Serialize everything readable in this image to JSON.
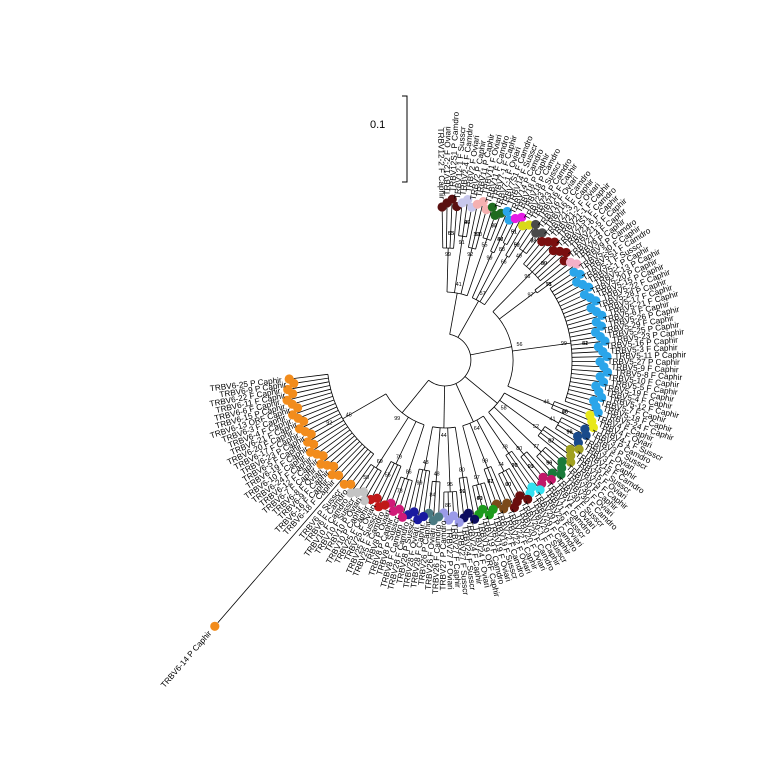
{
  "scale_bar": {
    "label": "0.1"
  },
  "colors": {
    "TRBV12": "#5a1010",
    "TRBV2": "#c8c8ec",
    "TRBV11": "#f5b1b1",
    "TRBV7": "#1f6b1f",
    "TRBV14": "#2aa5ea",
    "TRBV18": "#e51ce5",
    "TRBV23": "#d9d91a",
    "TRBV16": "#4a4a4a",
    "TRBV21": "#7a0f0f",
    "TRBV9": "#f5b0c8",
    "TRBV5": "#2aa5ea",
    "TRBV6": "#f28c1c",
    "TRBV10": "#c4c4c4",
    "TRBV25": "#c01818",
    "TRBV8": "#d01a78",
    "TRBV28": "#1a1aa0",
    "TRBV26": "#4a7a82",
    "TRBV27": "#9b9be8",
    "TRBV24": "#0c0c5e",
    "TRBV19": "#1c9a1c",
    "TRBV22": "#7b4a1a",
    "TRBV20": "#6a0e0e",
    "TRBV29": "#33e0f0",
    "TRBV1": "#c01868",
    "TRBV30": "#1a7a3a",
    "TRBV15": "#a0a020",
    "TRBV3": "#1a4a8a",
    "TRBV4": "#e8e81a"
  },
  "tips": [
    {
      "label": "TRBV12-2 F Caphir",
      "group": "TRBV12",
      "dot": true
    },
    {
      "label": "TRBV12-2 F Oviari",
      "group": "TRBV12",
      "dot": true
    },
    {
      "label": "TRBV12S1 P Camdro",
      "group": "TRBV12",
      "dot": true
    },
    {
      "label": "TRBV12-1 F Susscr",
      "group": "TRBV12",
      "dot": true
    },
    {
      "label": "TRBV2-4 F Camdro",
      "group": "TRBV2",
      "dot": true
    },
    {
      "label": "TRBV2 F Oviari",
      "group": "TRBV2",
      "dot": true
    },
    {
      "label": "TRBV2 P Caphir",
      "group": "TRBV2",
      "dot": true
    },
    {
      "label": "TRBV11 P Caphir",
      "group": "TRBV11",
      "dot": true
    },
    {
      "label": "TRBV11 F Oviari",
      "group": "TRBV11",
      "dot": true
    },
    {
      "label": "TRBV11 F Camdro",
      "group": "TRBV11",
      "dot": true
    },
    {
      "label": "TRBV7-1 F Caphir",
      "group": "TRBV7",
      "dot": true
    },
    {
      "label": "TRBV7-1 F Oviari",
      "group": "TRBV7",
      "dot": true
    },
    {
      "label": "TRBV7S1 F Camdro",
      "group": "TRBV7",
      "dot": true
    },
    {
      "label": "TRBV14 F Susscr",
      "group": "TRBV14",
      "dot": true
    },
    {
      "label": "TRBV14 P Camdro",
      "group": "TRBV14",
      "dot": true
    },
    {
      "label": "TRBV18 P Caphir",
      "group": "TRBV18",
      "dot": true
    },
    {
      "label": "TRBV18 P Camdro",
      "group": "TRBV18",
      "dot": true
    },
    {
      "label": "TRBV23 P Susscr",
      "group": "TRBV23",
      "dot": true
    },
    {
      "label": "TRBV23 P Camdro",
      "group": "TRBV23",
      "dot": true
    },
    {
      "label": "TRBV16 F Caphir",
      "group": "TRBV16",
      "dot": true
    },
    {
      "label": "TRBV16 F Oviari",
      "group": "TRBV16",
      "dot": true
    },
    {
      "label": "TRBV16 F Camdro",
      "group": "TRBV16",
      "dot": true
    },
    {
      "label": "TRBV21-3 F Caphir",
      "group": "TRBV21",
      "dot": true
    },
    {
      "label": "TRBV21-2 F Oviari",
      "group": "TRBV21",
      "dot": true
    },
    {
      "label": "TRBV21-1 F Caphir",
      "group": "TRBV21",
      "dot": true
    },
    {
      "label": "TRBV21S1 F Camdro",
      "group": "TRBV21",
      "dot": true
    },
    {
      "label": "TRBV21-6 F Caphir",
      "group": "TRBV21",
      "dot": true
    },
    {
      "label": "TRBV21-5 F Caphir",
      "group": "TRBV21",
      "dot": true
    },
    {
      "label": "TRBV21-4 F Caphir",
      "group": "TRBV21",
      "dot": true
    },
    {
      "label": "TRBV9 P Caphir",
      "group": "TRBV9",
      "dot": true
    },
    {
      "label": "TRBV9 P Camdro",
      "group": "TRBV9",
      "dot": true
    },
    {
      "label": "TRBV5-30 F Caphir",
      "group": "TRBV5",
      "dot": true
    },
    {
      "label": "TRBV5S1 F Camdro",
      "group": "TRBV5",
      "dot": true
    },
    {
      "label": "TRBV5-1 F Susscr",
      "group": "TRBV5",
      "dot": true
    },
    {
      "label": "TRBV5-1 P Caphir",
      "group": "TRBV5",
      "dot": true
    },
    {
      "label": "TRBV5-13 P Caphir",
      "group": "TRBV5",
      "dot": true
    },
    {
      "label": "TRBV5-20 P Caphir",
      "group": "TRBV5",
      "dot": true
    },
    {
      "label": "TRBV5-15 P Caphir",
      "group": "TRBV5",
      "dot": true
    },
    {
      "label": "TRBV5-22 F Caphir",
      "group": "TRBV5",
      "dot": true
    },
    {
      "label": "TRBV5-28 P Caphir",
      "group": "TRBV5",
      "dot": true
    },
    {
      "label": "TRBV5-17 F Caphir",
      "group": "TRBV5",
      "dot": true
    },
    {
      "label": "TRBV5-21 F Caphir",
      "group": "TRBV5",
      "dot": true
    },
    {
      "label": "TRBV5-6 F Caphir",
      "group": "TRBV5",
      "dot": true
    },
    {
      "label": "TRBV5-26 P Caphir",
      "group": "TRBV5",
      "dot": true
    },
    {
      "label": "TRBV5-29 F Caphir",
      "group": "TRBV5",
      "dot": true
    },
    {
      "label": "TRBV5-25 P Caphir",
      "group": "TRBV5",
      "dot": true
    },
    {
      "label": "TRBV5-23 P Caphir",
      "group": "TRBV5",
      "dot": true
    },
    {
      "label": "TRBV5-16 P Caphir",
      "group": "TRBV5",
      "dot": true
    },
    {
      "label": "TRBV5-3 F Caphir",
      "group": "TRBV5",
      "dot": true
    },
    {
      "label": "TRBV5-11 P Caphir",
      "group": "TRBV5",
      "dot": true
    },
    {
      "label": "TRBV5-27 P Caphir",
      "group": "TRBV5",
      "dot": true
    },
    {
      "label": "TRBV5-9 F Caphir",
      "group": "TRBV5",
      "dot": true
    },
    {
      "label": "TRBV5-8 F Caphir",
      "group": "TRBV5",
      "dot": true
    },
    {
      "label": "TRBV5-10 F Caphir",
      "group": "TRBV5",
      "dot": true
    },
    {
      "label": "TRBV5-5 F Caphir",
      "group": "TRBV5",
      "dot": true
    },
    {
      "label": "TRBV5-19 F Caphir",
      "group": "TRBV5",
      "dot": true
    },
    {
      "label": "TRBV5-4 F Caphir",
      "group": "TRBV5",
      "dot": true
    },
    {
      "label": "TRBV5-12 F Caphir",
      "group": "TRBV5",
      "dot": true
    },
    {
      "label": "TRBV5-7 F Caphir",
      "group": "TRBV5",
      "dot": true
    },
    {
      "label": "TRBV5-18 F Caphir",
      "group": "TRBV5",
      "dot": true
    },
    {
      "label": "TRBV5-24 F Caphir",
      "group": "TRBV5",
      "dot": true
    },
    {
      "label": "TRBV4 F Caphir",
      "group": "TRBV4",
      "dot": true
    },
    {
      "label": "TRBV4 F Oviari",
      "group": "TRBV4",
      "dot": true
    },
    {
      "label": "TRBV4-1 F Susscr",
      "group": "TRBV4",
      "dot": true
    },
    {
      "label": "TRBV3 P Camdro",
      "group": "TRBV3",
      "dot": true
    },
    {
      "label": "TRBV3 P Susscr",
      "group": "TRBV3",
      "dot": true
    },
    {
      "label": "TRBV3 F Oviari",
      "group": "TRBV3",
      "dot": true
    },
    {
      "label": "TRBV3 F Caphir",
      "group": "TRBV3",
      "dot": true
    },
    {
      "label": "TRBV15 F Camdro",
      "group": "TRBV15",
      "dot": true
    },
    {
      "label": "TRBV15 F Susscr",
      "group": "TRBV15",
      "dot": true
    },
    {
      "label": "TRBV15 F Oviari",
      "group": "TRBV15",
      "dot": true
    },
    {
      "label": "TRBV15 F Caphir",
      "group": "TRBV15",
      "dot": true
    },
    {
      "label": "TRBV30 F Caphir",
      "group": "TRBV30",
      "dot": true
    },
    {
      "label": "TRBV30 F Oviari",
      "group": "TRBV30",
      "dot": true
    },
    {
      "label": "TRBV30 F Camdro",
      "group": "TRBV30",
      "dot": true
    },
    {
      "label": "TRBV30 F Susscr",
      "group": "TRBV30",
      "dot": true
    },
    {
      "label": "TRBV1 F Oviari",
      "group": "TRBV1",
      "dot": true
    },
    {
      "label": "TRBV1 F Camdro",
      "group": "TRBV1",
      "dot": true
    },
    {
      "label": "TRBV1 F Susscr",
      "group": "TRBV1",
      "dot": true
    },
    {
      "label": "TRBV29 F Oviari",
      "group": "TRBV29",
      "dot": true
    },
    {
      "label": "TRBV29 P Camdro",
      "group": "TRBV29",
      "dot": true
    },
    {
      "label": "TRBV29 F Caphir",
      "group": "TRBV29",
      "dot": true
    },
    {
      "label": "TRBV20 F Susscr",
      "group": "TRBV20",
      "dot": true
    },
    {
      "label": "TRBV20-1 F Caphir",
      "group": "TRBV20",
      "dot": true
    },
    {
      "label": "TRBV20 F Camdro",
      "group": "TRBV20",
      "dot": true
    },
    {
      "label": "TRBV20 F Oviari",
      "group": "TRBV20",
      "dot": true
    },
    {
      "label": "TRBV22 F Caphir",
      "group": "TRBV22",
      "dot": true
    },
    {
      "label": "TRBV22 F Oviari",
      "group": "TRBV22",
      "dot": true
    },
    {
      "label": "TRBV22 F Camdro",
      "group": "TRBV22",
      "dot": true
    },
    {
      "label": "TRBV19 F Susscr",
      "group": "TRBV19",
      "dot": true
    },
    {
      "label": "TRBV19 F Oviari",
      "group": "TRBV19",
      "dot": true
    },
    {
      "label": "TRBV19 F Camdro",
      "group": "TRBV19",
      "dot": true
    },
    {
      "label": "TRBV19 ORF Caphir",
      "group": "TRBV19",
      "dot": true
    },
    {
      "label": "TRBV24 F Oviari",
      "group": "TRBV24",
      "dot": true
    },
    {
      "label": "TRBV24 F Caphir",
      "group": "TRBV24",
      "dot": true
    },
    {
      "label": "TRBV24 F Susscr",
      "group": "TRBV24",
      "dot": true
    },
    {
      "label": "TRBV27 F Susscr",
      "group": "TRBV27",
      "dot": true
    },
    {
      "label": "TRBV27 F Caphir",
      "group": "TRBV27",
      "dot": true
    },
    {
      "label": "TRBV27 P Oviari",
      "group": "TRBV27",
      "dot": true
    },
    {
      "label": "TRBV27 P Camdro",
      "group": "TRBV27",
      "dot": true
    },
    {
      "label": "TRBV26 F Camdro",
      "group": "TRBV26",
      "dot": true
    },
    {
      "label": "TRBV26 F Oviari",
      "group": "TRBV26",
      "dot": true
    },
    {
      "label": "TRBV26 P Caphir",
      "group": "TRBV26",
      "dot": true
    },
    {
      "label": "TRBV28 F Caphir",
      "group": "TRBV28",
      "dot": true
    },
    {
      "label": "TRBV28 F Oviari",
      "group": "TRBV28",
      "dot": true
    },
    {
      "label": "TRBV28 P Susscr",
      "group": "TRBV28",
      "dot": true
    },
    {
      "label": "TRBV28 F Camdro",
      "group": "TRBV28",
      "dot": true
    },
    {
      "label": "TRBV8 F Camdro",
      "group": "TRBV8",
      "dot": true
    },
    {
      "label": "TRBV8 P Susscr",
      "group": "TRBV8",
      "dot": true
    },
    {
      "label": "TRBV8 P Caphir",
      "group": "TRBV8",
      "dot": true
    },
    {
      "label": "TRBV8 P Oviari",
      "group": "TRBV8",
      "dot": true
    },
    {
      "label": "TRBV25 F Camdro",
      "group": "TRBV25",
      "dot": true
    },
    {
      "label": "TRBV25 F Susscr",
      "group": "TRBV25",
      "dot": true
    },
    {
      "label": "TRBV25 F Oviari",
      "group": "TRBV25",
      "dot": true
    },
    {
      "label": "TRBV25 F Caphir",
      "group": "TRBV25",
      "dot": true
    },
    {
      "label": "TRBV10 P Caphir",
      "group": "TRBV10",
      "dot": true
    },
    {
      "label": "TRBV10 P Oviari",
      "group": "TRBV10",
      "dot": true
    },
    {
      "label": "TRBV10 F Susscr",
      "group": "TRBV10",
      "dot": true
    },
    {
      "label": "TRBV10 F Camdro",
      "group": "TRBV10",
      "dot": true
    },
    {
      "label": "TRBV6 F Camdro",
      "group": "TRBV6",
      "dot": true
    },
    {
      "label": "TRBV6 P Susscr",
      "group": "TRBV6",
      "dot": true
    },
    {
      "label": "TRBV6-14 P Caphir",
      "group": "TRBV6",
      "dot": true
    },
    {
      "label": "TRBV6-18 F Caphir",
      "group": "TRBV6",
      "dot": true
    },
    {
      "label": "TRBV6-16 F Caphir",
      "group": "TRBV6",
      "dot": true
    },
    {
      "label": "TRBV6-9 F Caphir",
      "group": "TRBV6",
      "dot": true
    },
    {
      "label": "TRBV6-8 F Oviari",
      "group": "TRBV6",
      "dot": true
    },
    {
      "label": "TRBV6-7 F Caphir",
      "group": "TRBV6",
      "dot": true
    },
    {
      "label": "TRBV6-12 F Caphir",
      "group": "TRBV6",
      "dot": true
    },
    {
      "label": "TRBV6-24 F Caphir",
      "group": "TRBV6",
      "dot": true
    },
    {
      "label": "TRBV6-10 F Caphir",
      "group": "TRBV6",
      "dot": true
    },
    {
      "label": "TRBV6-19 F Caphir",
      "group": "TRBV6",
      "dot": true
    },
    {
      "label": "TRBV6-5 F Caphir",
      "group": "TRBV6",
      "dot": true
    },
    {
      "label": "TRBV6-23 P Caphir",
      "group": "TRBV6",
      "dot": true
    },
    {
      "label": "TRBV6-17 F Caphir",
      "group": "TRBV6",
      "dot": true
    },
    {
      "label": "TRBV6-20 F Caphir",
      "group": "TRBV6",
      "dot": true
    },
    {
      "label": "TRBV6-21 F Caphir",
      "group": "TRBV6",
      "dot": true
    },
    {
      "label": "TRBV6-4 F Caphir",
      "group": "TRBV6",
      "dot": true
    },
    {
      "label": "TRBV6-3 F Caphir",
      "group": "TRBV6",
      "dot": true
    },
    {
      "label": "TRBV6-13 ORF Caphir",
      "group": "TRBV6",
      "dot": true
    },
    {
      "label": "TRBV6-15 P Caphir",
      "group": "TRBV6",
      "dot": true
    },
    {
      "label": "TRBV6-6 F Caphir",
      "group": "TRBV6",
      "dot": true
    },
    {
      "label": "TRBV6-11 F Caphir",
      "group": "TRBV6",
      "dot": true
    },
    {
      "label": "TRBV6-22 F Caphir",
      "group": "TRBV6",
      "dot": true
    },
    {
      "label": "TRBV6-9 P Caphir",
      "group": "TRBV6",
      "dot": true
    },
    {
      "label": "TRBV6-25 P Caphir",
      "group": "TRBV6",
      "dot": true
    }
  ],
  "bootstraps": [
    "99",
    "91",
    "92",
    "55",
    "99",
    "88",
    "66",
    "49",
    "96",
    "97",
    "99",
    "46",
    "41",
    "52",
    "77",
    "80",
    "78",
    "74",
    "99",
    "97",
    "80",
    "95",
    "48",
    "48",
    "86",
    "79",
    "69",
    "45",
    "41",
    "57",
    "56",
    "58",
    "64",
    "44",
    "99",
    "55",
    "46",
    "81",
    "97",
    "87",
    "91",
    "99",
    "73",
    "99",
    "95",
    "81",
    "98",
    "96",
    "62",
    "56",
    "99",
    "70",
    "60",
    "57",
    "50",
    "99",
    "86",
    "84",
    "99",
    "73",
    "55",
    "50",
    "92",
    "63",
    "97",
    "100",
    "70",
    "48",
    "51",
    "52",
    "98",
    "80",
    "71",
    "62",
    "46",
    "99",
    "87",
    "99",
    "91",
    "99",
    "90",
    "43",
    "41",
    "92"
  ]
}
